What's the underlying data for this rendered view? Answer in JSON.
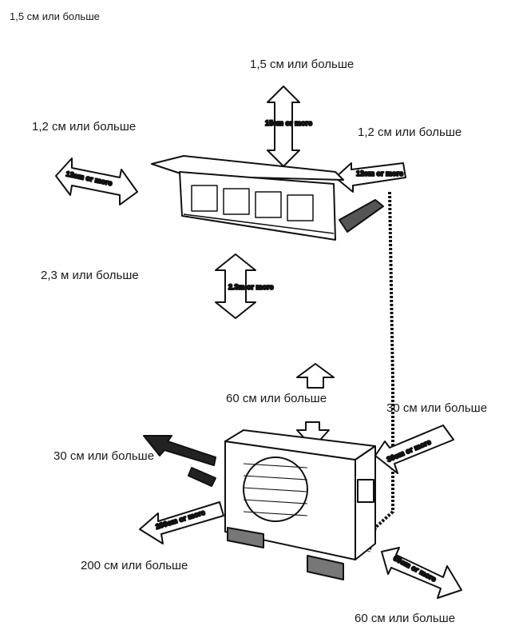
{
  "header": {
    "caption": "1,5 см или больше"
  },
  "clearances": {
    "top": "1,5 см или больше",
    "left_indoor": "1,2 см или больше",
    "right_indoor": "1,2 см или больше",
    "floor": "2,3 м или больше",
    "outdoor_front_up": "60 см или больше",
    "outdoor_right": "30 см или больше",
    "outdoor_back": "30 см или больше",
    "outdoor_left": "200 см или больше",
    "outdoor_front": "60 см или больше"
  },
  "arrow_texts": {
    "top": "15cm or more",
    "left": "12cm or more",
    "right": "12cm or more",
    "floor": "2.3m or more",
    "outdoor_left": "200cm or more",
    "outdoor_right": "30cm or more",
    "outdoor_front": "60cm or more"
  }
}
